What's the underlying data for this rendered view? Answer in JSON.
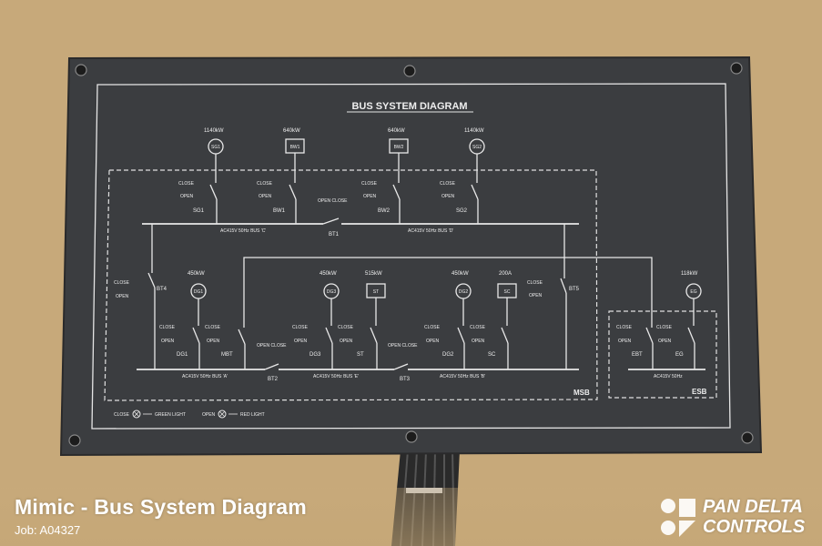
{
  "diagram": {
    "title": "BUS SYSTEM DIAGRAM",
    "gens": {
      "sg1": {
        "power": "1140kW",
        "name": "SG1"
      },
      "bw1": {
        "power": "640kW",
        "name": "BW1"
      },
      "bw2": {
        "power": "640kW",
        "name": "BW2"
      },
      "sg2": {
        "power": "1140kW",
        "name": "SG2"
      },
      "dg1": {
        "power": "450kW",
        "name": "DG1"
      },
      "dg3": {
        "power": "450kW",
        "name": "DG3"
      },
      "st": {
        "power": "515kW",
        "name": "ST"
      },
      "dg2": {
        "power": "450kW",
        "name": "DG2"
      },
      "sc": {
        "power": "200A",
        "name": "SC"
      },
      "eg": {
        "power": "118kW",
        "name": "EG"
      }
    },
    "labels": {
      "close": "CLOSE",
      "open": "OPEN",
      "open_close": "OPEN CLOSE"
    },
    "breakers": {
      "sg1": "SG1",
      "bw1": "BW1",
      "bw2": "BW2",
      "sg2": "SG2",
      "bt1": "BT1",
      "bt4": "BT4",
      "bt5": "BT5",
      "dg1": "DG1",
      "mbt": "MBT",
      "bt2": "BT2",
      "dg3": "DG3",
      "st": "ST",
      "bt3": "BT3",
      "dg2": "DG2",
      "sc": "SC",
      "ebt": "EBT",
      "eg": "EG"
    },
    "buses": {
      "c": "AC415V 50Hz BUS 'C'",
      "d": "AC415V 50Hz BUS 'D'",
      "a": "AC415V 50Hz BUS 'A'",
      "e": "AC415V 50Hz BUS 'E'",
      "b": "AC415V 50Hz BUS 'B'",
      "esb": "AC415V 50Hz"
    },
    "sections": {
      "msb": "MSB",
      "esb": "ESB"
    },
    "legend": {
      "close": "CLOSE",
      "green": "GREEN LIGHT",
      "open": "OPEN",
      "red": "RED LIGHT"
    }
  },
  "caption": {
    "title": "Mimic - Bus System Diagram",
    "job": "Job: A04327"
  },
  "brand": {
    "line1": "PAN DELTA",
    "line2": "CONTROLS"
  },
  "colors": {
    "panel": "#3a3c3f",
    "line": "#e6e6e6",
    "background": "#c9ab7c"
  }
}
